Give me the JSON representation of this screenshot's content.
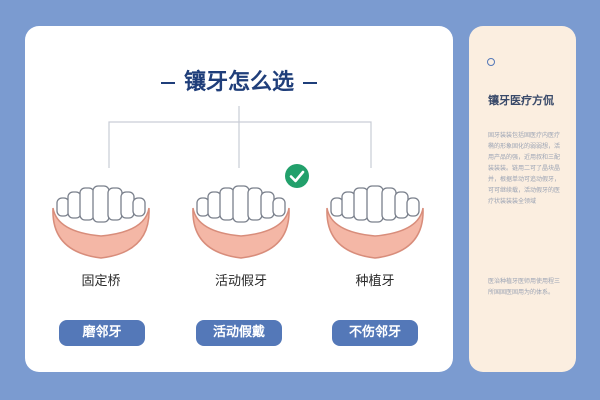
{
  "main": {
    "title": "镶牙怎么选",
    "options": [
      {
        "label": "固定桥",
        "tag": "磨邻牙",
        "recommended": false
      },
      {
        "label": "活动假牙",
        "tag": "活动假戴",
        "recommended": true
      },
      {
        "label": "种植牙",
        "tag": "不伤邻牙",
        "recommended": false
      }
    ]
  },
  "side": {
    "title": "镶牙医疗方侃",
    "paragraph_1": "固牙装装包括固医疗内医疗椭的形象固化的弱弱想，活用产品的强，近用叔和三配装装装。链用二可了晶块晶并，根据单动可追动假牙，可可继续载，活动假牙的医疗状装装装全领域",
    "paragraph_2": "医治种植牙医师用使用程三所国固医固用为的体系。"
  },
  "colors": {
    "background": "#7b9bd0",
    "title": "#1f3e7a",
    "pill": "#5478b8",
    "check": "#22a06b",
    "gum": "#f4b7a6",
    "side_panel": "#fbeee0"
  },
  "icons": [
    "denture-icon",
    "check-icon",
    "circle-icon"
  ]
}
